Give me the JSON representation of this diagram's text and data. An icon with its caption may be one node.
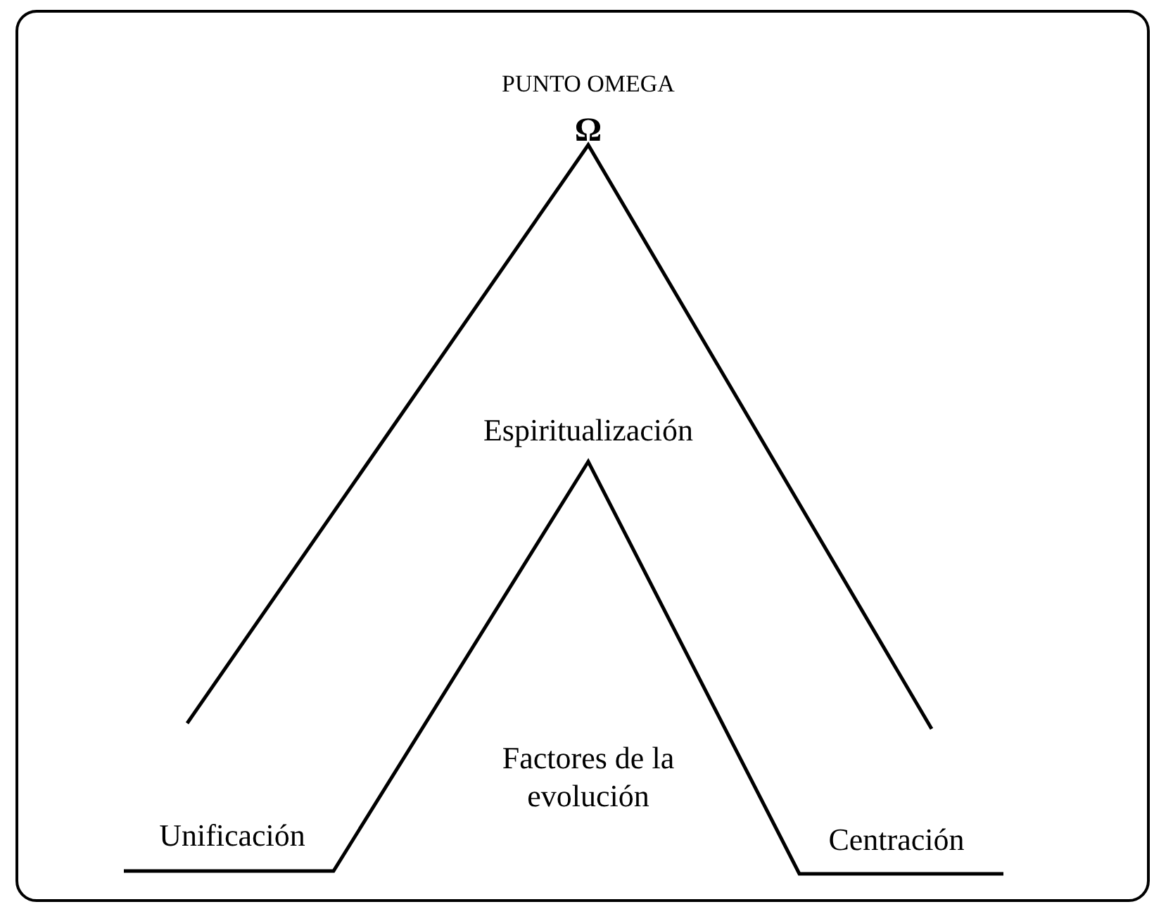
{
  "diagram": {
    "labels": [
      "PUNTO OMEGA",
      "Ω",
      "Espiritualización",
      "Factores de la evolución",
      "Unificación",
      "Centración"
    ]
  }
}
